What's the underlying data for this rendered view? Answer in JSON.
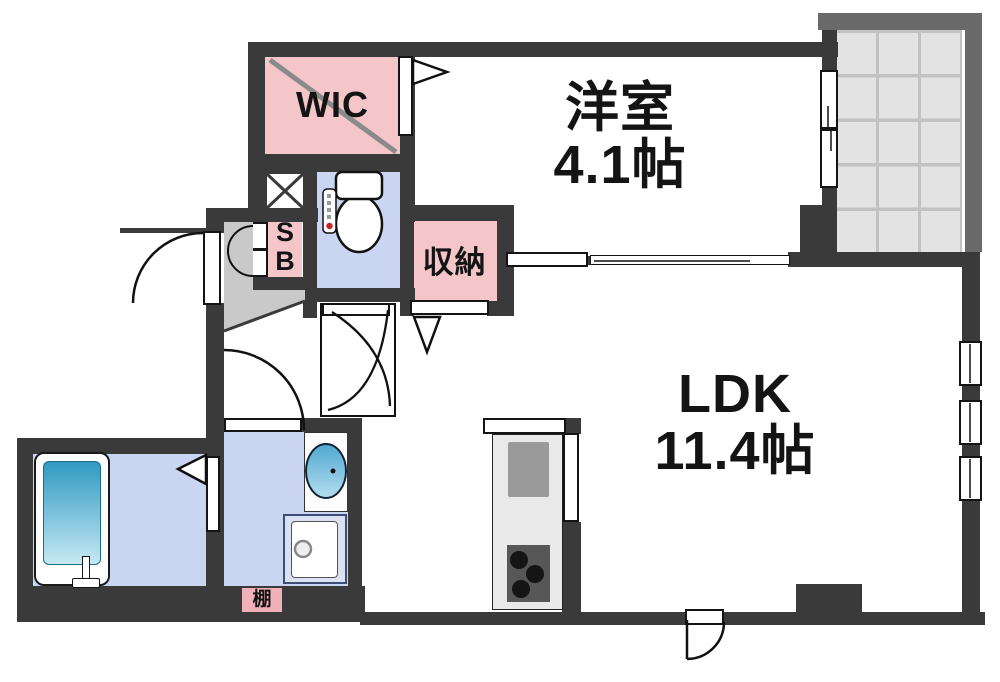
{
  "plan": {
    "title_hint": "apartment floor plan",
    "rooms": {
      "wic": {
        "label": "WIC"
      },
      "western_room": {
        "name": "洋室",
        "size": "4.1帖"
      },
      "ldk": {
        "name": "LDK",
        "size": "11.4帖"
      },
      "storage": {
        "label": "収納"
      },
      "shoe_box": {
        "line1": "S",
        "line2": "B"
      },
      "shelf": {
        "label": "棚"
      }
    },
    "icons": [
      "bathtub-icon",
      "toilet-icon",
      "washbasin-icon",
      "washing-machine-icon",
      "kitchen-sink-icon",
      "stove-icon",
      "door-swing-arc",
      "folding-door-flag",
      "sliding-door",
      "window",
      "balcony-tiles",
      "shaft-x-box"
    ],
    "colors": {
      "wall": "#3a3a3a",
      "room_pink": "#f4c6ca",
      "shelf_pink": "#f0b2b8",
      "wet_area_blue": "#c9d5f1",
      "genkan_gray": "#c9c9c9",
      "balcony_tile": "#e3e3e3",
      "balcony_border": "#6a6a6a",
      "tub_water_top": "#2f9ac2",
      "tub_water_bottom": "#c6e8f3",
      "basin_blue": "#4fa8d0"
    }
  }
}
